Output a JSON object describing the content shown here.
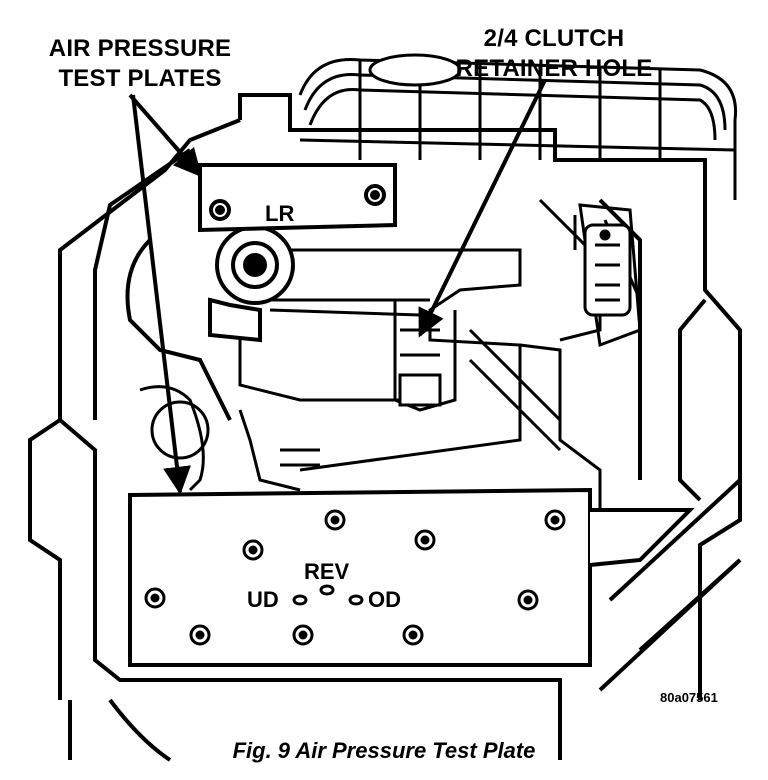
{
  "callouts": {
    "air_pressure_line1": "AIR PRESSURE",
    "air_pressure_line2": "TEST PLATES",
    "clutch_line1": "2/4 CLUTCH",
    "clutch_line2": "RETAINER HOLE"
  },
  "labels": {
    "lr": "LR",
    "rev": "REV",
    "ud": "UD",
    "od": "OD"
  },
  "figure_code": "80a07561",
  "caption": "Fig. 9 Air Pressure Test Plate"
}
